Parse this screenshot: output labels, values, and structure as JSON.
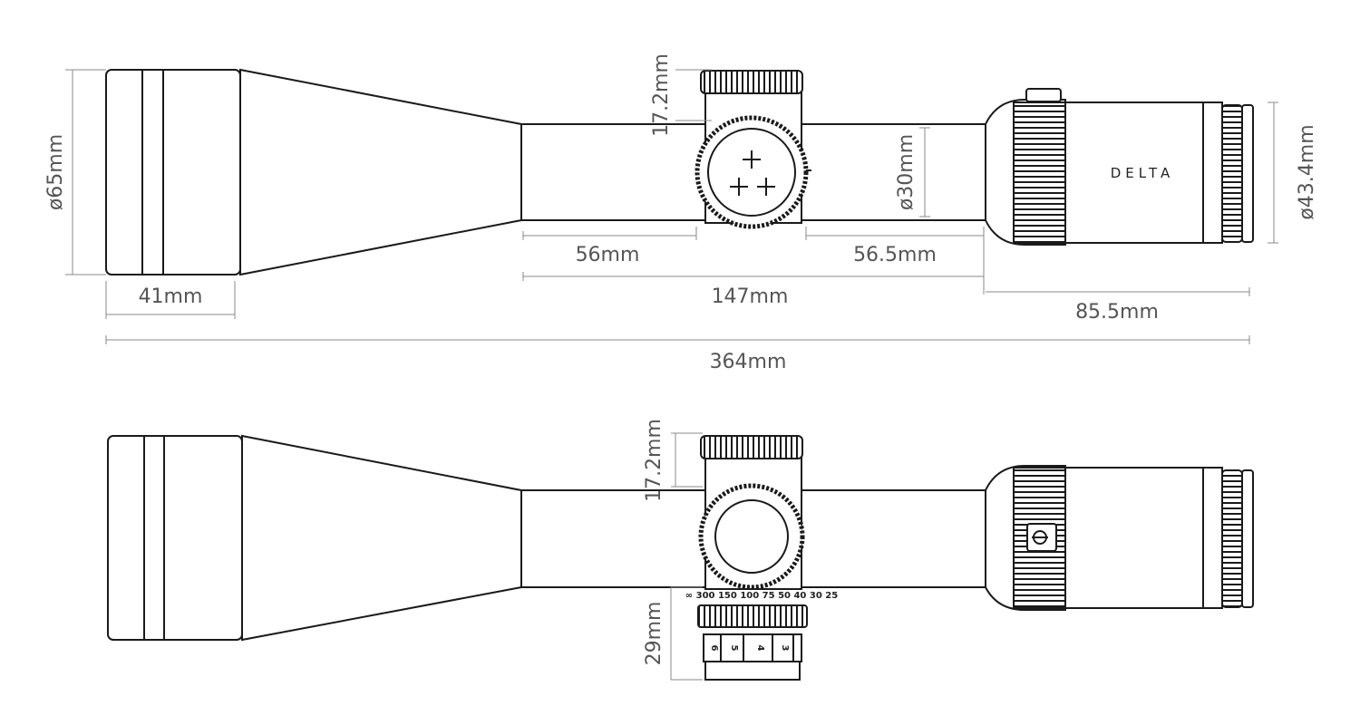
{
  "brand": "DELTA",
  "top_view": {
    "dims": {
      "turret_height": "17.2mm",
      "objective_diameter": "ø65mm",
      "tube_diameter": "ø30mm",
      "eyepiece_diameter": "ø43.4mm",
      "front_tube": "56mm",
      "rear_tube": "56.5mm",
      "tube_length": "147mm",
      "eyepiece_length": "85.5mm",
      "objective_length": "41mm",
      "total_length": "364mm"
    }
  },
  "side_view": {
    "dims": {
      "turret_height": "17.2mm",
      "bottom_turret_height": "29mm"
    },
    "magnification_marks": [
      "6",
      "5",
      "4",
      "3"
    ]
  },
  "colors": {
    "line": "#1a1a1a",
    "dimension": "#888888",
    "text": "#555555"
  }
}
